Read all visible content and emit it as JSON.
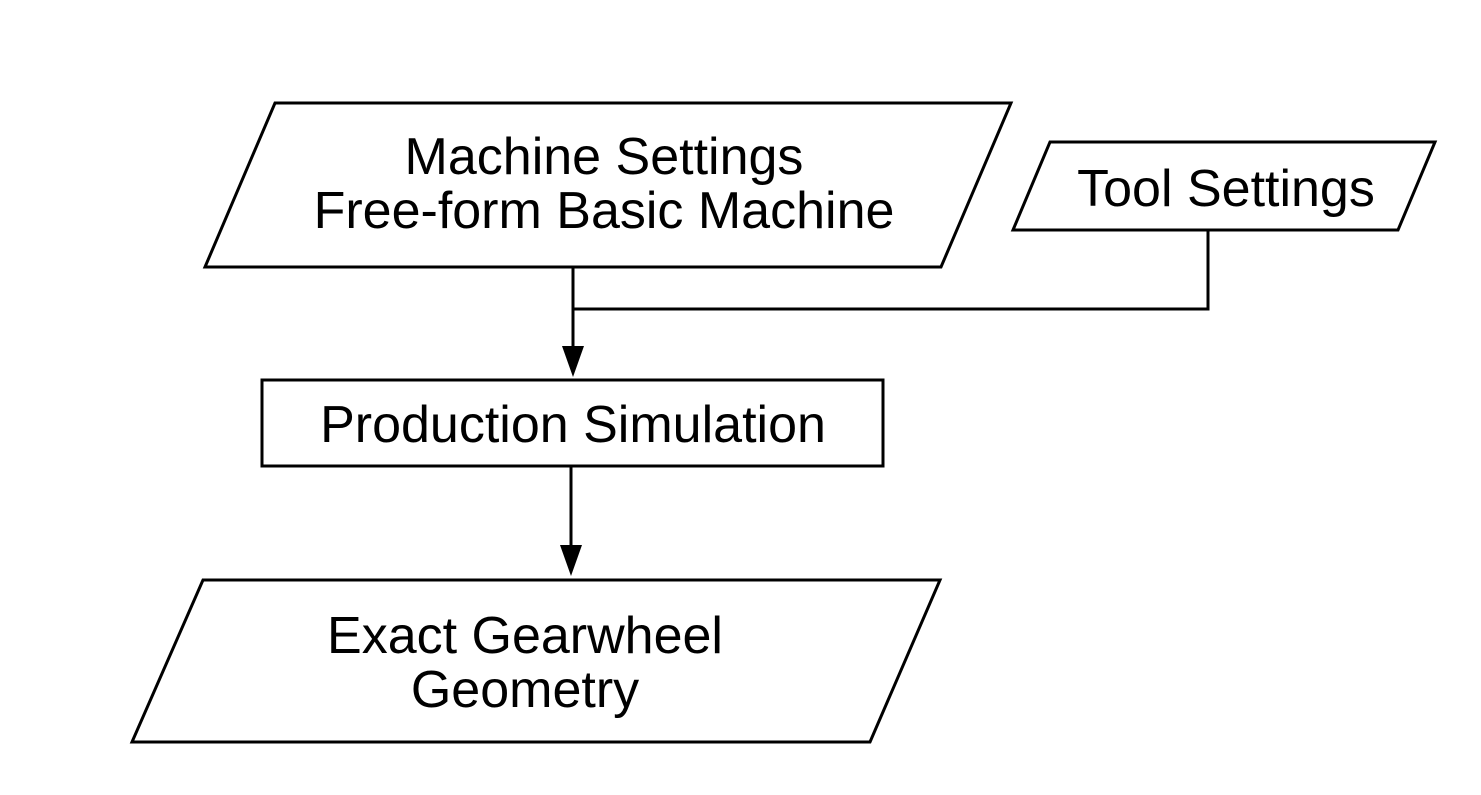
{
  "nodes": {
    "machine_settings": {
      "shape": "parallelogram",
      "lines": [
        "Machine Settings",
        "Free-form Basic Machine"
      ]
    },
    "tool_settings": {
      "shape": "parallelogram",
      "lines": [
        "Tool Settings"
      ]
    },
    "production_simulation": {
      "shape": "rectangle",
      "lines": [
        "Production Simulation"
      ]
    },
    "exact_geometry": {
      "shape": "parallelogram",
      "lines": [
        "Exact Gearwheel",
        "Geometry"
      ]
    }
  },
  "edges": [
    {
      "from": "machine_settings",
      "to": "production_simulation"
    },
    {
      "from": "tool_settings",
      "to": "production_simulation"
    },
    {
      "from": "production_simulation",
      "to": "exact_geometry"
    }
  ],
  "colors": {
    "stroke": "#000000",
    "background": "#ffffff"
  }
}
